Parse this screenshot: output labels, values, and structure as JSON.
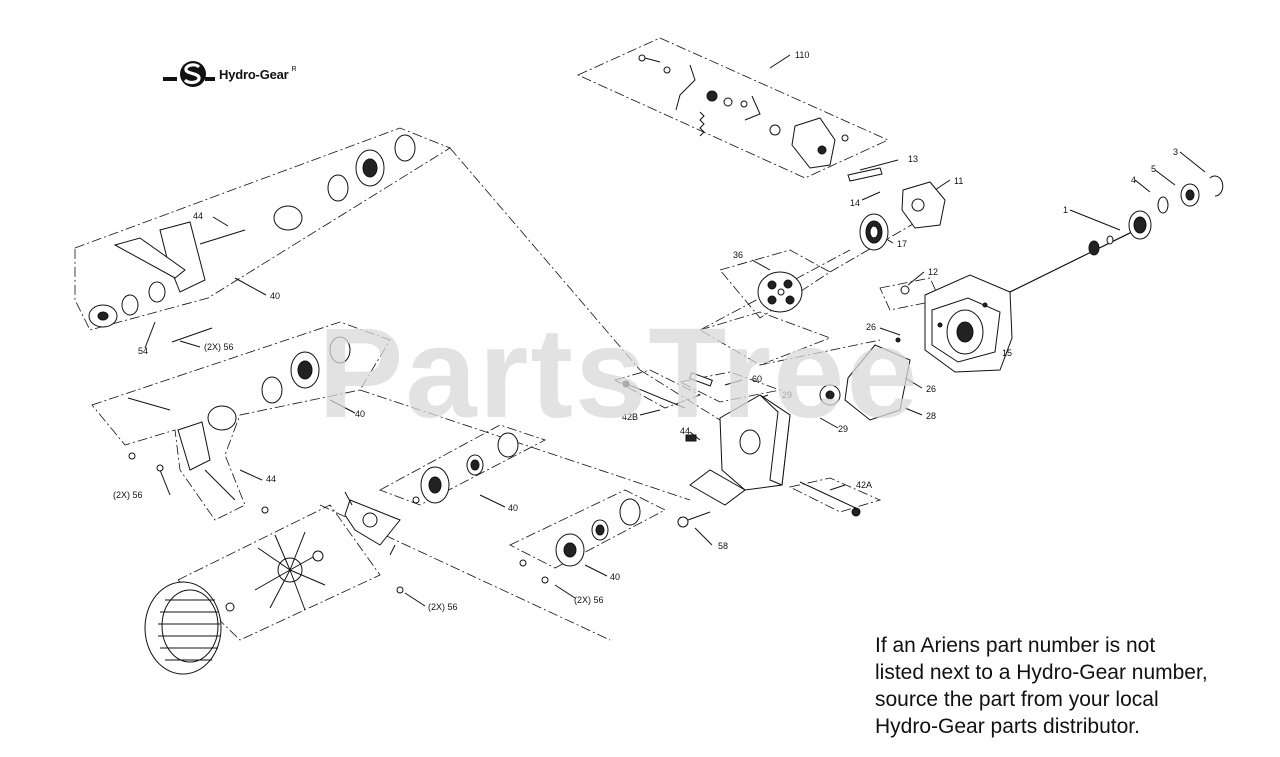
{
  "brand": {
    "name": "Hydro-Gear",
    "reg": "R"
  },
  "watermark": "PartsTree",
  "note": {
    "lines": [
      "If an Ariens part number is not",
      "listed next to a Hydro-Gear number,",
      "source the part from your local",
      "Hydro-Gear parts distributor."
    ]
  },
  "callouts": {
    "c110": "110",
    "c13": "13",
    "c14": "14",
    "c17": "17",
    "c11": "11",
    "c1": "1",
    "c3": "3",
    "c4": "4",
    "c5": "5",
    "c12": "12",
    "c15": "15",
    "c36": "36",
    "c26a": "26",
    "c26b": "26",
    "c28": "28",
    "c29": "29",
    "c29b": "29",
    "c60": "60",
    "c42b": "42B",
    "c42a": "42A",
    "c44a": "44",
    "c44b": "44",
    "c44c": "44",
    "c40a": "40",
    "c40b": "40",
    "c40c": "40",
    "c40d": "40",
    "c54": "54",
    "c56a": "(2X) 56",
    "c56b": "(2X) 56",
    "c56c": "(2X) 56",
    "c56d": "(2X) 56",
    "c58": "58"
  }
}
